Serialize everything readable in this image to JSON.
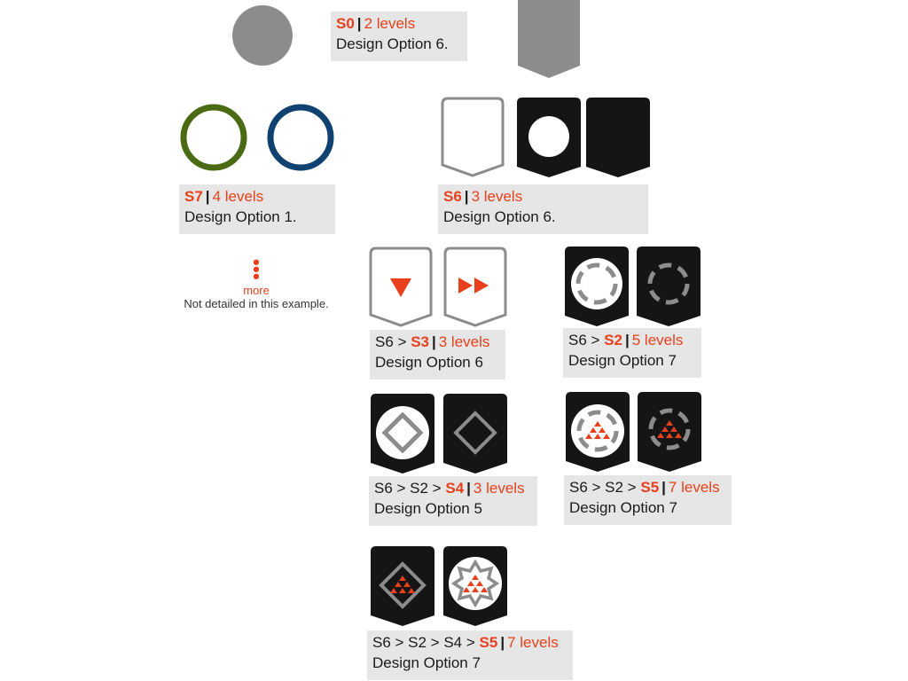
{
  "s0": {
    "code": "S0",
    "levels": "2 levels",
    "design": "Design Option 6."
  },
  "s7": {
    "code": "S7",
    "levels": "4 levels",
    "design": "Design Option 1."
  },
  "s6": {
    "code": "S6",
    "levels": "3 levels",
    "design": "Design Option 6."
  },
  "more": {
    "label": "more",
    "note": "Not detailed in this example."
  },
  "s3": {
    "path": "S6 >",
    "code": "S3",
    "levels": "3 levels",
    "design": "Design Option 6"
  },
  "s2": {
    "path": "S6 >",
    "code": "S2",
    "levels": "5 levels",
    "design": "Design Option 7"
  },
  "s4": {
    "path": "S6 > S2 >",
    "code": "S4",
    "levels": "3 levels",
    "design": "Design Option 5"
  },
  "s5a": {
    "path": "S6 > S2 >",
    "code": "S5",
    "levels": "7 levels",
    "design": "Design Option 7"
  },
  "s5b": {
    "path": "S6 > S2 > S4 >",
    "code": "S5",
    "levels": "7 levels",
    "design": "Design Option 7"
  },
  "colors": {
    "accent": "#e8401c",
    "grey": "#8c8c8c",
    "black": "#151515",
    "green": "#4a6a14",
    "blue": "#0f4270",
    "label_bg": "#e6e6e6"
  }
}
